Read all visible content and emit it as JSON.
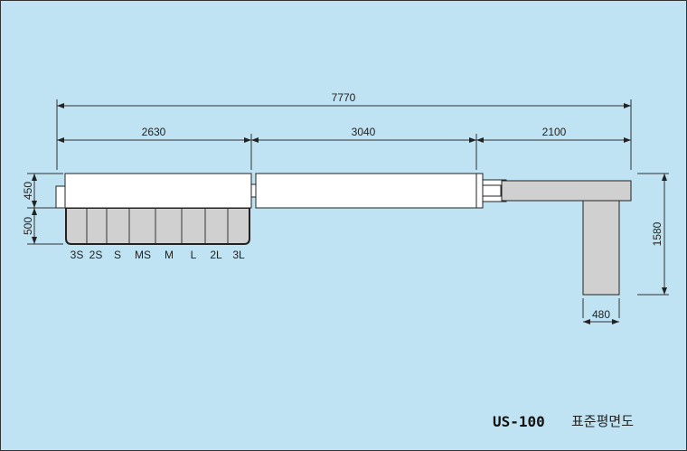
{
  "colors": {
    "background": "#bfe3f2",
    "gray_part": "#d0d0d0",
    "white_part": "#ffffff",
    "line": "#222222"
  },
  "dimensions": {
    "total": "7770",
    "section1": "2630",
    "section2": "3040",
    "section3": "2100",
    "height_top": "450",
    "height_drawer": "500",
    "arm_length": "1580",
    "arm_width": "480"
  },
  "drawer_sizes": [
    "3S",
    "2S",
    "S",
    "MS",
    "M",
    "L",
    "2L",
    "3L"
  ],
  "title": {
    "model": "US-100",
    "subtitle": "표준평면도"
  }
}
